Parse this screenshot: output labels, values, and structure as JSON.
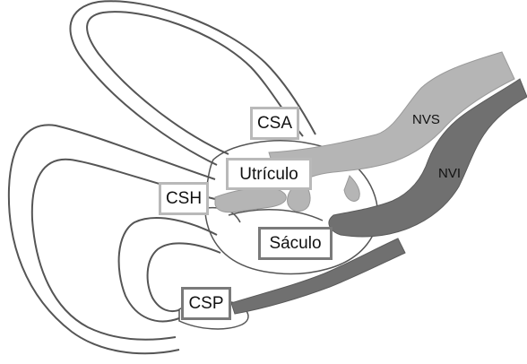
{
  "labels": {
    "csa": "CSA",
    "utriculo": "Utrículo",
    "csh": "CSH",
    "saculo": "Sáculo",
    "csp": "CSP",
    "nvs": "NVS",
    "nvi": "NVI"
  },
  "colors": {
    "outline": "#555555",
    "nerve_superior": "#b5b5b5",
    "nerve_inferior": "#707070",
    "box_light": "#b9b9b9",
    "box_dark": "#7a7a7a"
  }
}
